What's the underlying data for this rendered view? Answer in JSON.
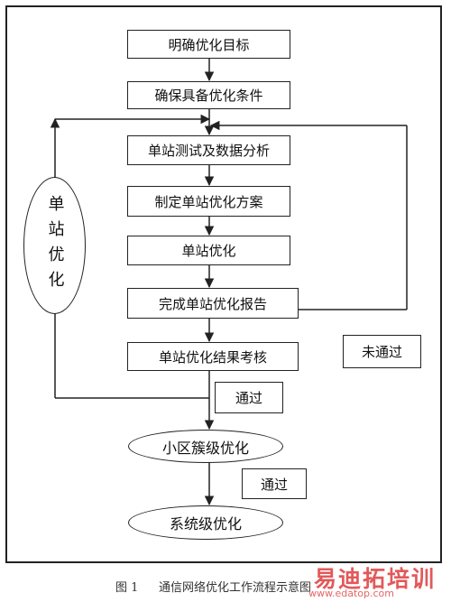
{
  "nodes": {
    "goal": "明确优化目标",
    "conditions": "确保具备优化条件",
    "test": "单站测试及数据分析",
    "plan": "制定单站优化方案",
    "optimize": "单站优化",
    "report": "完成单站优化报告",
    "review": "单站优化结果考核",
    "cluster": "小区簇级优化",
    "system": "系统级优化"
  },
  "loop": {
    "label": "单站优化"
  },
  "notes": {
    "fail": "未通过",
    "pass1": "通过",
    "pass2": "通过"
  },
  "caption": {
    "figure": "图 1",
    "title": "通信网络优化工作流程示意图"
  },
  "watermark": {
    "brand": "易迪拓培训",
    "url": "www.edatop.com"
  }
}
